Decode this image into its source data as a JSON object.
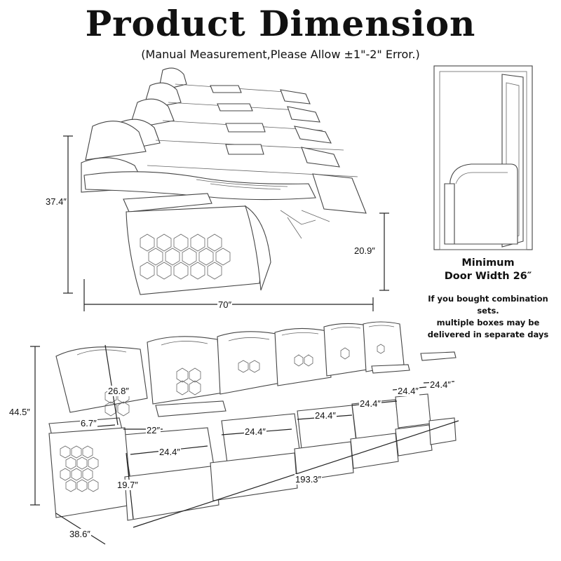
{
  "header": {
    "title": "Product Dimension",
    "subtitle": "(Manual Measurement,Please Allow ±1\"-2\" Error.)"
  },
  "side_view": {
    "height_label": "37.4″",
    "seat_height_label": "20.9″",
    "length_label": "70″"
  },
  "door": {
    "caption_line1": "Minimum",
    "caption_line2": "Door Width 26″",
    "note_line1": "If you bought combination sets.",
    "note_line2": "multiple boxes may be",
    "note_line3": "delivered in separate days"
  },
  "front_view": {
    "total_height": "44.5″",
    "back_height": "26.8″",
    "armrest_width": "6.7″",
    "seat_depth": "22″",
    "seat_width_1": "24.4″",
    "seat_width_2": "24.4″",
    "seat_width_3": "24.4″",
    "seat_width_4": "24.4″",
    "seat_width_5": "24.4″",
    "seat_width_6": "24.4″",
    "seat_height": "19.7″",
    "total_width": "193.3″",
    "total_depth": "38.6″"
  }
}
